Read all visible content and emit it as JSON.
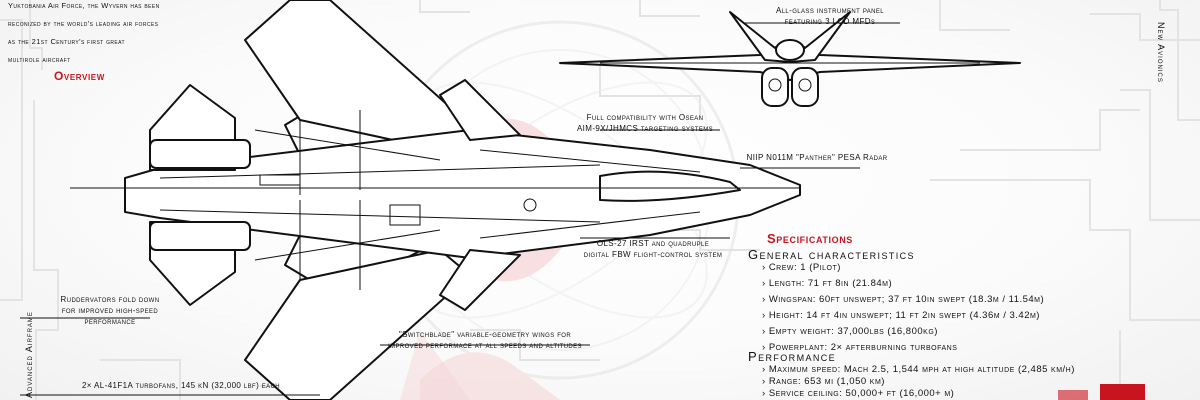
{
  "intro": {
    "lines": [
      "Yuktobania Air Force, the Wyvern has been",
      "reconized by the world's leading air forces",
      "as the 21st Century's first great",
      "multirole aircraft"
    ]
  },
  "overview_heading": "Overview",
  "callouts": {
    "panel": [
      "All-glass instrument panel",
      "featuring 3 LCD MFDs"
    ],
    "compat": [
      "Full compatibility with Osean",
      "AIM-9X/JHMCS targeting systems"
    ],
    "radar": "NIIP N011M \"Panther\" PESA Radar",
    "irst": [
      "OLS-27 IRST and quadruple",
      "digital FBW flight-control system"
    ],
    "rudder": [
      "Ruddervators fold down",
      "for improved high-speed",
      "performance"
    ],
    "wings": [
      "\"Switchblade\" variable-geometry wings for",
      "improved performace at all speeds and altitudes"
    ],
    "engines": "2× AL-41F1A turbofans, 145 kN (32,000 lbf) each"
  },
  "side_labels": {
    "avionics": "New Avionics",
    "airframe": "Advanced Airframe"
  },
  "specs": {
    "title": "Specifications",
    "general_title": "General characteristics",
    "general": [
      "Crew: 1 (Pilot)",
      "Length: 71 ft 8in (21.84m)",
      "Wingspan: 60ft unswept; 37 ft 10in swept (18.3m / 11.54m)",
      "Height: 14 ft 4in unswept; 11 ft 2in swept (4.36m / 3.42m)",
      "Empty weight: 37,000lbs (16,800kg)",
      "Powerplant: 2× afterburning turbofans"
    ],
    "performance_title": "Performance",
    "performance": [
      "Maximum speed: Mach 2.5, 1,544 mph at high altitude (2,485 km/h)",
      "Range: 653 mi (1,050 km)",
      "Service ceiling: 50,000+ ft (16,000+ m)"
    ],
    "bullet": "›"
  },
  "colors": {
    "accent": "#c8141e",
    "line": "#111111",
    "trace": "#e2e2e2"
  }
}
